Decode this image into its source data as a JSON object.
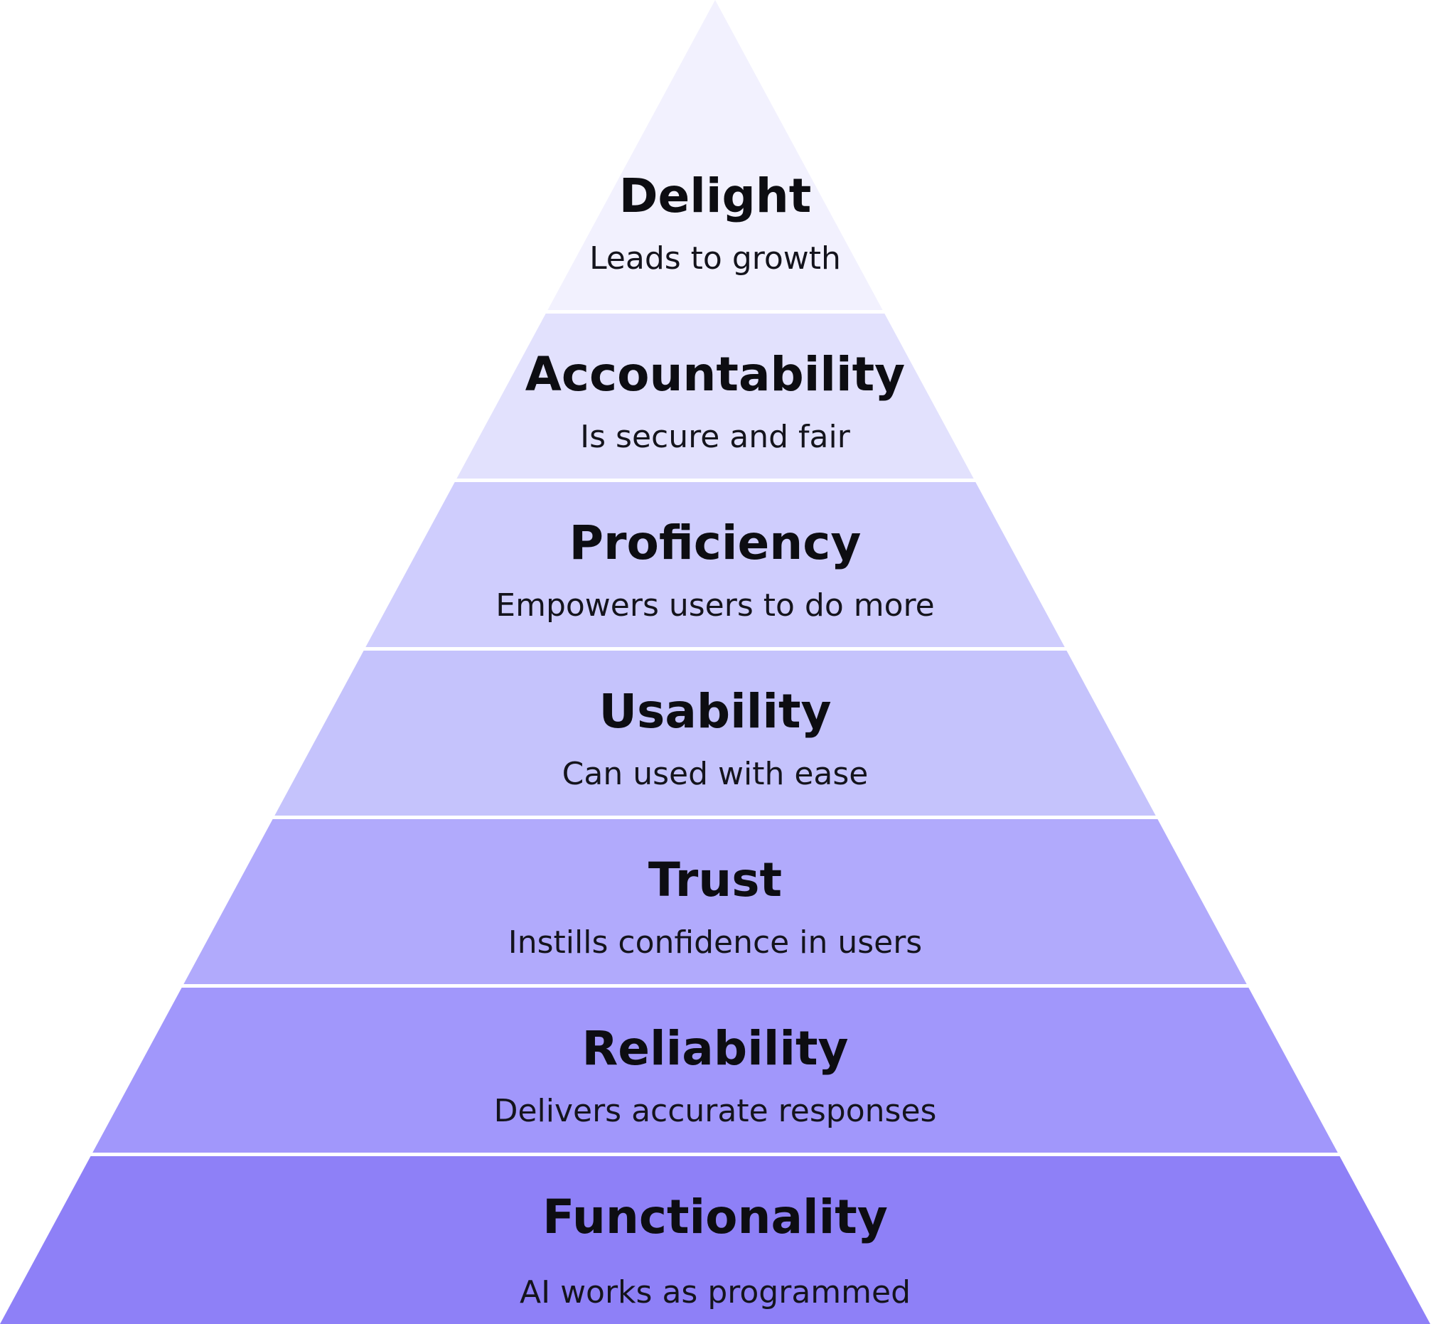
{
  "pyramid": {
    "tiers": [
      {
        "title": "Delight",
        "subtitle": "Leads to growth",
        "color": "#f2f1fe"
      },
      {
        "title": "Accountability",
        "subtitle": "Is secure and fair",
        "color": "#e2e1fd"
      },
      {
        "title": "Proficiency",
        "subtitle": "Empowers users to do more",
        "color": "#cfcdfd"
      },
      {
        "title": "Usability",
        "subtitle": "Can used with ease",
        "color": "#c5c3fc"
      },
      {
        "title": "Trust",
        "subtitle": "Instills confidence in users",
        "color": "#b1aafc"
      },
      {
        "title": "Reliability",
        "subtitle": "Delivers accurate responses",
        "color": "#a197fb"
      },
      {
        "title": "Functionality",
        "subtitle": "AI works as programmed",
        "color": "#8e80f7"
      }
    ]
  }
}
